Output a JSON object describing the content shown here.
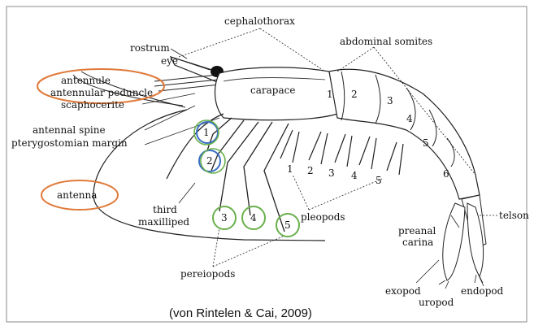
{
  "labels": {
    "cephalothorax": "cephalothorax",
    "rostrum": "rostrum",
    "eye": "eye",
    "abdominal_somites": "abdominal somites",
    "antennule": "antennule",
    "antennular_peduncle": "antennular peduncle",
    "scaphocerite": "scaphocerite",
    "carapace": "carapace",
    "antennal_spine": "antennal spine",
    "pterygostomian_margin": "pterygostomian margin",
    "antenna": "antenna",
    "third": "third",
    "maxilliped": "maxilliped",
    "pereiopods": "pereiopods",
    "pleopods": "pleopods",
    "preanal": "preanal",
    "carina": "carina",
    "telson": "telson",
    "exopod": "exopod",
    "uropod": "uropod",
    "endopod": "endopod"
  },
  "somite_numbers": [
    "1",
    "2",
    "3",
    "4",
    "5",
    "6"
  ],
  "pleopod_numbers": [
    "1",
    "2",
    "3",
    "4",
    "5"
  ],
  "pereiopod_numbers": [
    "1",
    "2",
    "3",
    "4",
    "5"
  ],
  "caption": "(von Rintelen & Cai, 2009)",
  "colors": {
    "orange_highlight": "#e07a3a",
    "green_highlight": "#6ab04c",
    "blue_highlight": "#3a6fc4",
    "line": "#222222"
  }
}
